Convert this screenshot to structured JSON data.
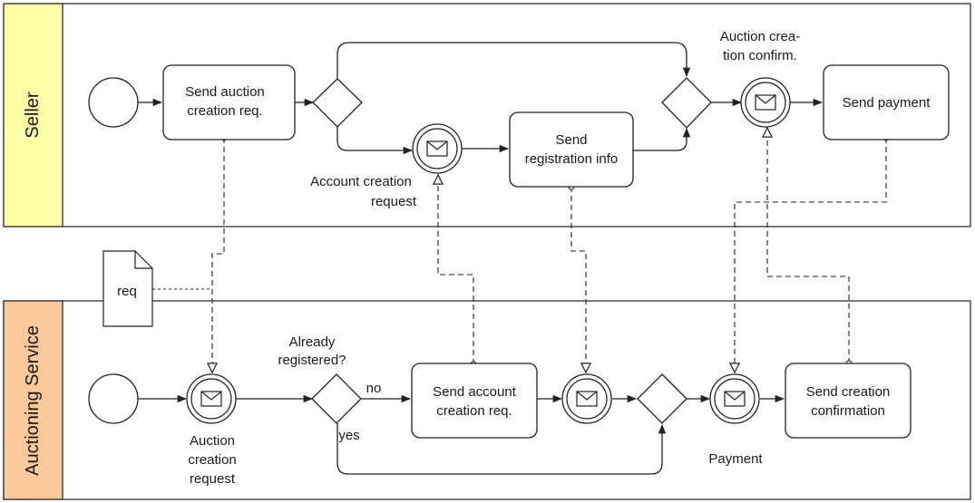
{
  "lanes": {
    "seller": "Seller",
    "service": "Auctioning Service"
  },
  "seller": {
    "send_auction_req": [
      "Send auction",
      "creation req."
    ],
    "send_reg_info": [
      "Send",
      "registration info"
    ],
    "send_payment": "Send payment",
    "account_req_label": [
      "Account creation",
      "request"
    ],
    "auction_confirm_label": [
      "Auction crea-",
      "tion confirm."
    ]
  },
  "service": {
    "auction_req_label": [
      "Auction",
      "creation",
      "request"
    ],
    "already_registered": [
      "Already",
      "registered?"
    ],
    "no_label": "no",
    "yes_label": "yes",
    "send_account_req": [
      "Send account",
      "creation req."
    ],
    "payment_label": "Payment",
    "send_confirmation": [
      "Send creation",
      "confirmation"
    ]
  },
  "artifact": {
    "req": "req"
  },
  "colors": {
    "seller_lane": "#ffffa8",
    "service_lane": "#fcc99a",
    "stroke": "#222222"
  },
  "icons": {
    "message_event": "envelope-icon",
    "gateway": "exclusive-gateway-diamond",
    "start": "start-event-circle"
  }
}
